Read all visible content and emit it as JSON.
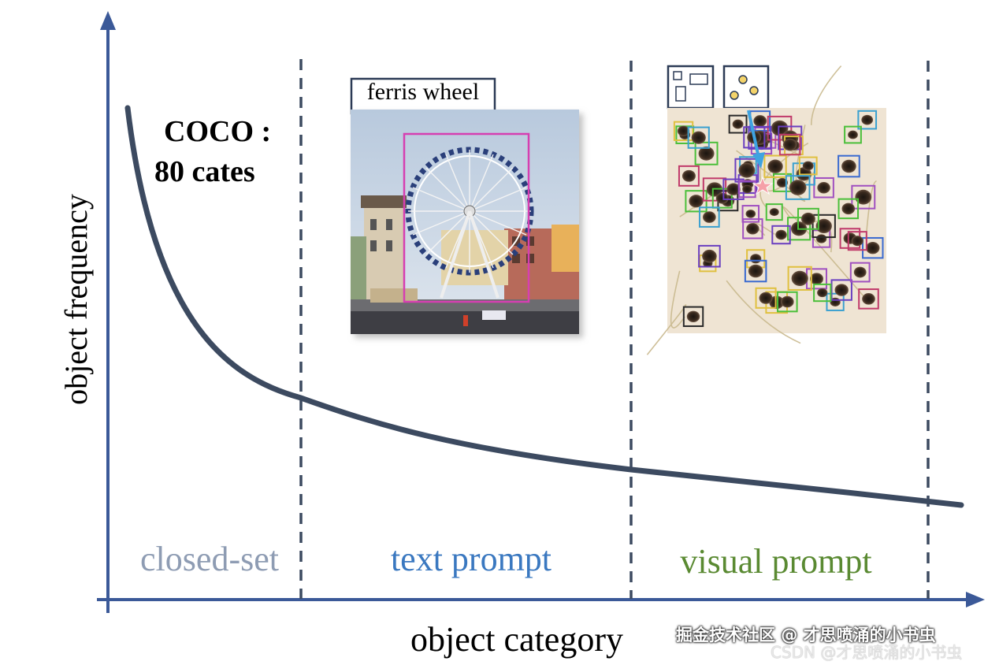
{
  "axes": {
    "y_label": "object frequency",
    "x_label": "object category",
    "color": "#3b5998"
  },
  "coco_annotation": {
    "line1": "COCO :",
    "line2": "80 cates"
  },
  "regions": [
    {
      "label": "closed-set",
      "color": "#8e9cb3"
    },
    {
      "label": "text prompt",
      "color": "#3a78c0"
    },
    {
      "label": "visual prompt",
      "color": "#5a8a32"
    }
  ],
  "text_prompt_example": {
    "prompt_label": "ferris wheel",
    "box_color": "#d63fb1"
  },
  "visual_prompt_example": {
    "arrow_color": "#3fa3e0",
    "star_color": "#f5a0a8"
  },
  "curve_color": "#3c4a60",
  "divider_color": "#3c4a60",
  "watermark": {
    "line1": "掘金技术社区 @ 才思喷涌的小书虫",
    "line2": "CSDN @才思喷涌的小书虫"
  }
}
